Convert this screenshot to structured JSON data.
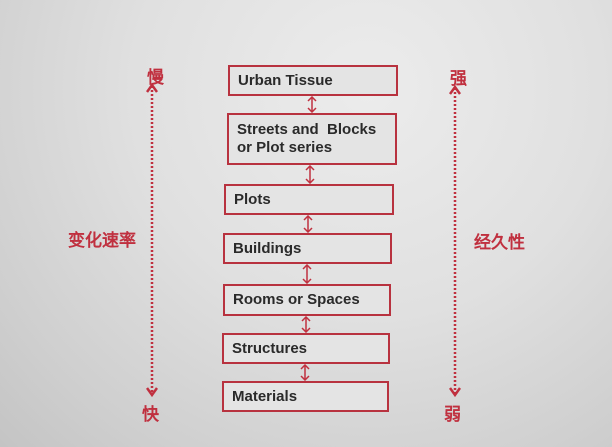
{
  "left_axis": {
    "top": "慢",
    "bottom": "快",
    "label": "变化速率"
  },
  "right_axis": {
    "top": "强",
    "bottom": "弱",
    "label": "经久性"
  },
  "levels": [
    {
      "line1": "Urban Tissue"
    },
    {
      "line1": "Streets and  Blocks",
      "line2": "or Plot series"
    },
    {
      "line1": "Plots"
    },
    {
      "line1": "Buildings"
    },
    {
      "line1": "Rooms or Spaces"
    },
    {
      "line1": "Structures"
    },
    {
      "line1": "Materials"
    }
  ],
  "colors": {
    "accent": "#c0303f"
  }
}
